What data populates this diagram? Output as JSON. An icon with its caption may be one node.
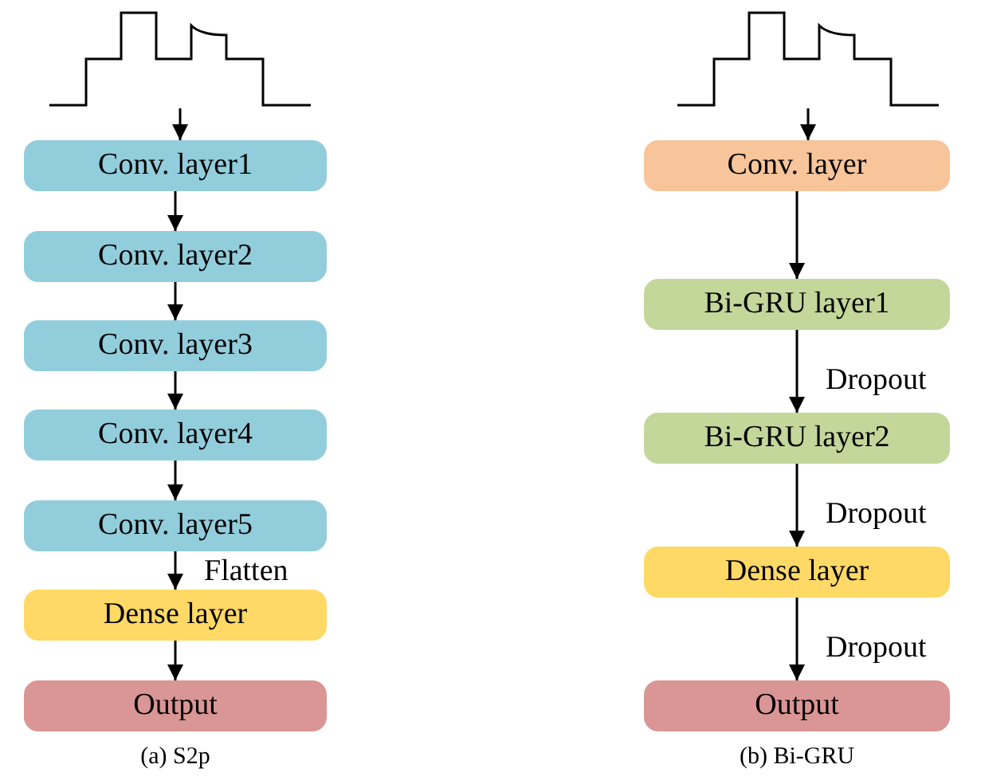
{
  "diagram": {
    "nodes": [
      {
        "text": [],
        "shape": "picture"
      },
      {
        "text": [
          "Conv. layer1"
        ]
      },
      {
        "text": [
          "Conv. layer2"
        ]
      },
      {
        "text": [
          "Conv. layer3"
        ]
      },
      {
        "text": [
          "Conv. layer4"
        ]
      },
      {
        "text": [
          "Conv. layer5"
        ]
      },
      {
        "text": [
          "Dense layer"
        ]
      },
      {
        "text": [
          "Output"
        ]
      },
      {
        "text": [],
        "shape": "picture"
      },
      {
        "text": [
          "Conv. layer"
        ]
      },
      {
        "text": [
          "Bi-GRU layer1"
        ]
      },
      {
        "text": [
          "Bi-GRU layer2"
        ]
      },
      {
        "text": [
          "Dense layer"
        ]
      },
      {
        "text": [
          "Output"
        ]
      }
    ],
    "edges": [
      {
        "from": 0,
        "to": 1,
        "arrow": "to"
      },
      {
        "from": 1,
        "to": 2,
        "arrow": "to"
      },
      {
        "from": 2,
        "to": 3,
        "arrow": "to"
      },
      {
        "from": 3,
        "to": 4,
        "arrow": "to"
      },
      {
        "from": 4,
        "to": 5,
        "arrow": "to"
      },
      {
        "from": 5,
        "to": 6,
        "arrow": "to",
        "label": "Flatten"
      },
      {
        "from": 6,
        "to": 7,
        "arrow": "to"
      },
      {
        "from": 8,
        "to": 9,
        "arrow": "to"
      },
      {
        "from": 9,
        "to": 10,
        "arrow": "to"
      },
      {
        "from": 10,
        "to": 11,
        "arrow": "to",
        "label": "Dropout"
      },
      {
        "from": 11,
        "to": 12,
        "arrow": "to",
        "label": "Dropout"
      },
      {
        "from": 12,
        "to": 13,
        "arrow": "to",
        "label": "Dropout"
      }
    ],
    "labels": [
      "(a) S2p",
      "(b) Bi-GRU"
    ]
  }
}
